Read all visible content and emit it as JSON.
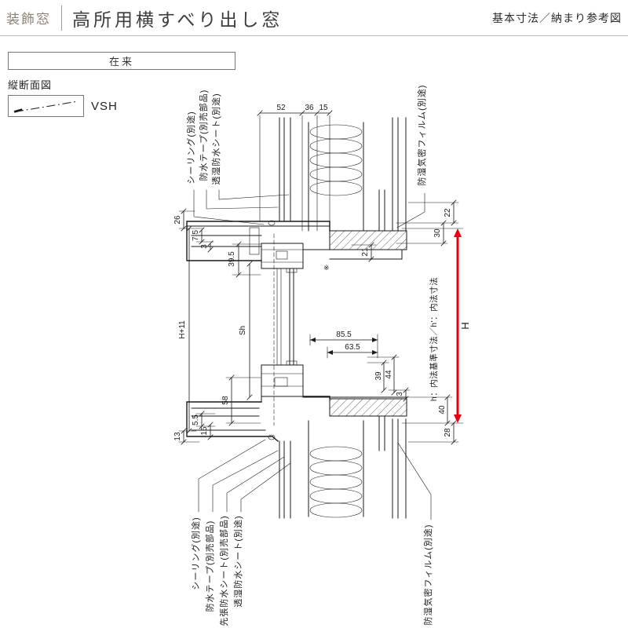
{
  "header": {
    "category": "装飾窓",
    "title": "高所用横すべり出し窓",
    "note": "基本寸法／納まり参考図"
  },
  "construction": {
    "label": "在来"
  },
  "section": {
    "label": "縦断面図",
    "code": "VSH"
  },
  "dimensions": {
    "top": [
      "52",
      "36",
      "15"
    ],
    "left": [
      "26",
      "7.5",
      "3",
      "39.5",
      "H+11",
      "Sh",
      "58",
      "5.5",
      "15",
      "13"
    ],
    "right": [
      "22",
      "30",
      "21",
      "39",
      "44",
      "3",
      "40",
      "28"
    ],
    "inner": [
      "85.5",
      "63.5"
    ],
    "height_label": "H",
    "height_note": "h：内法基準寸法／h'：内法寸法"
  },
  "annotations": {
    "top": [
      "シーリング(別途)",
      "防水テープ(別売部品)",
      "透湿防水シート(別途)",
      "防湿気密フィルム(別途)"
    ],
    "bottom": [
      "シーリング(別途)",
      "防水テープ(別売部品)",
      "先張防水シート(別売部品)",
      "透湿防水シート(別途)",
      "防湿気密フィルム(別途)"
    ]
  },
  "marks": {
    "reference": "※"
  },
  "colors": {
    "accent_red": "#e60012"
  }
}
